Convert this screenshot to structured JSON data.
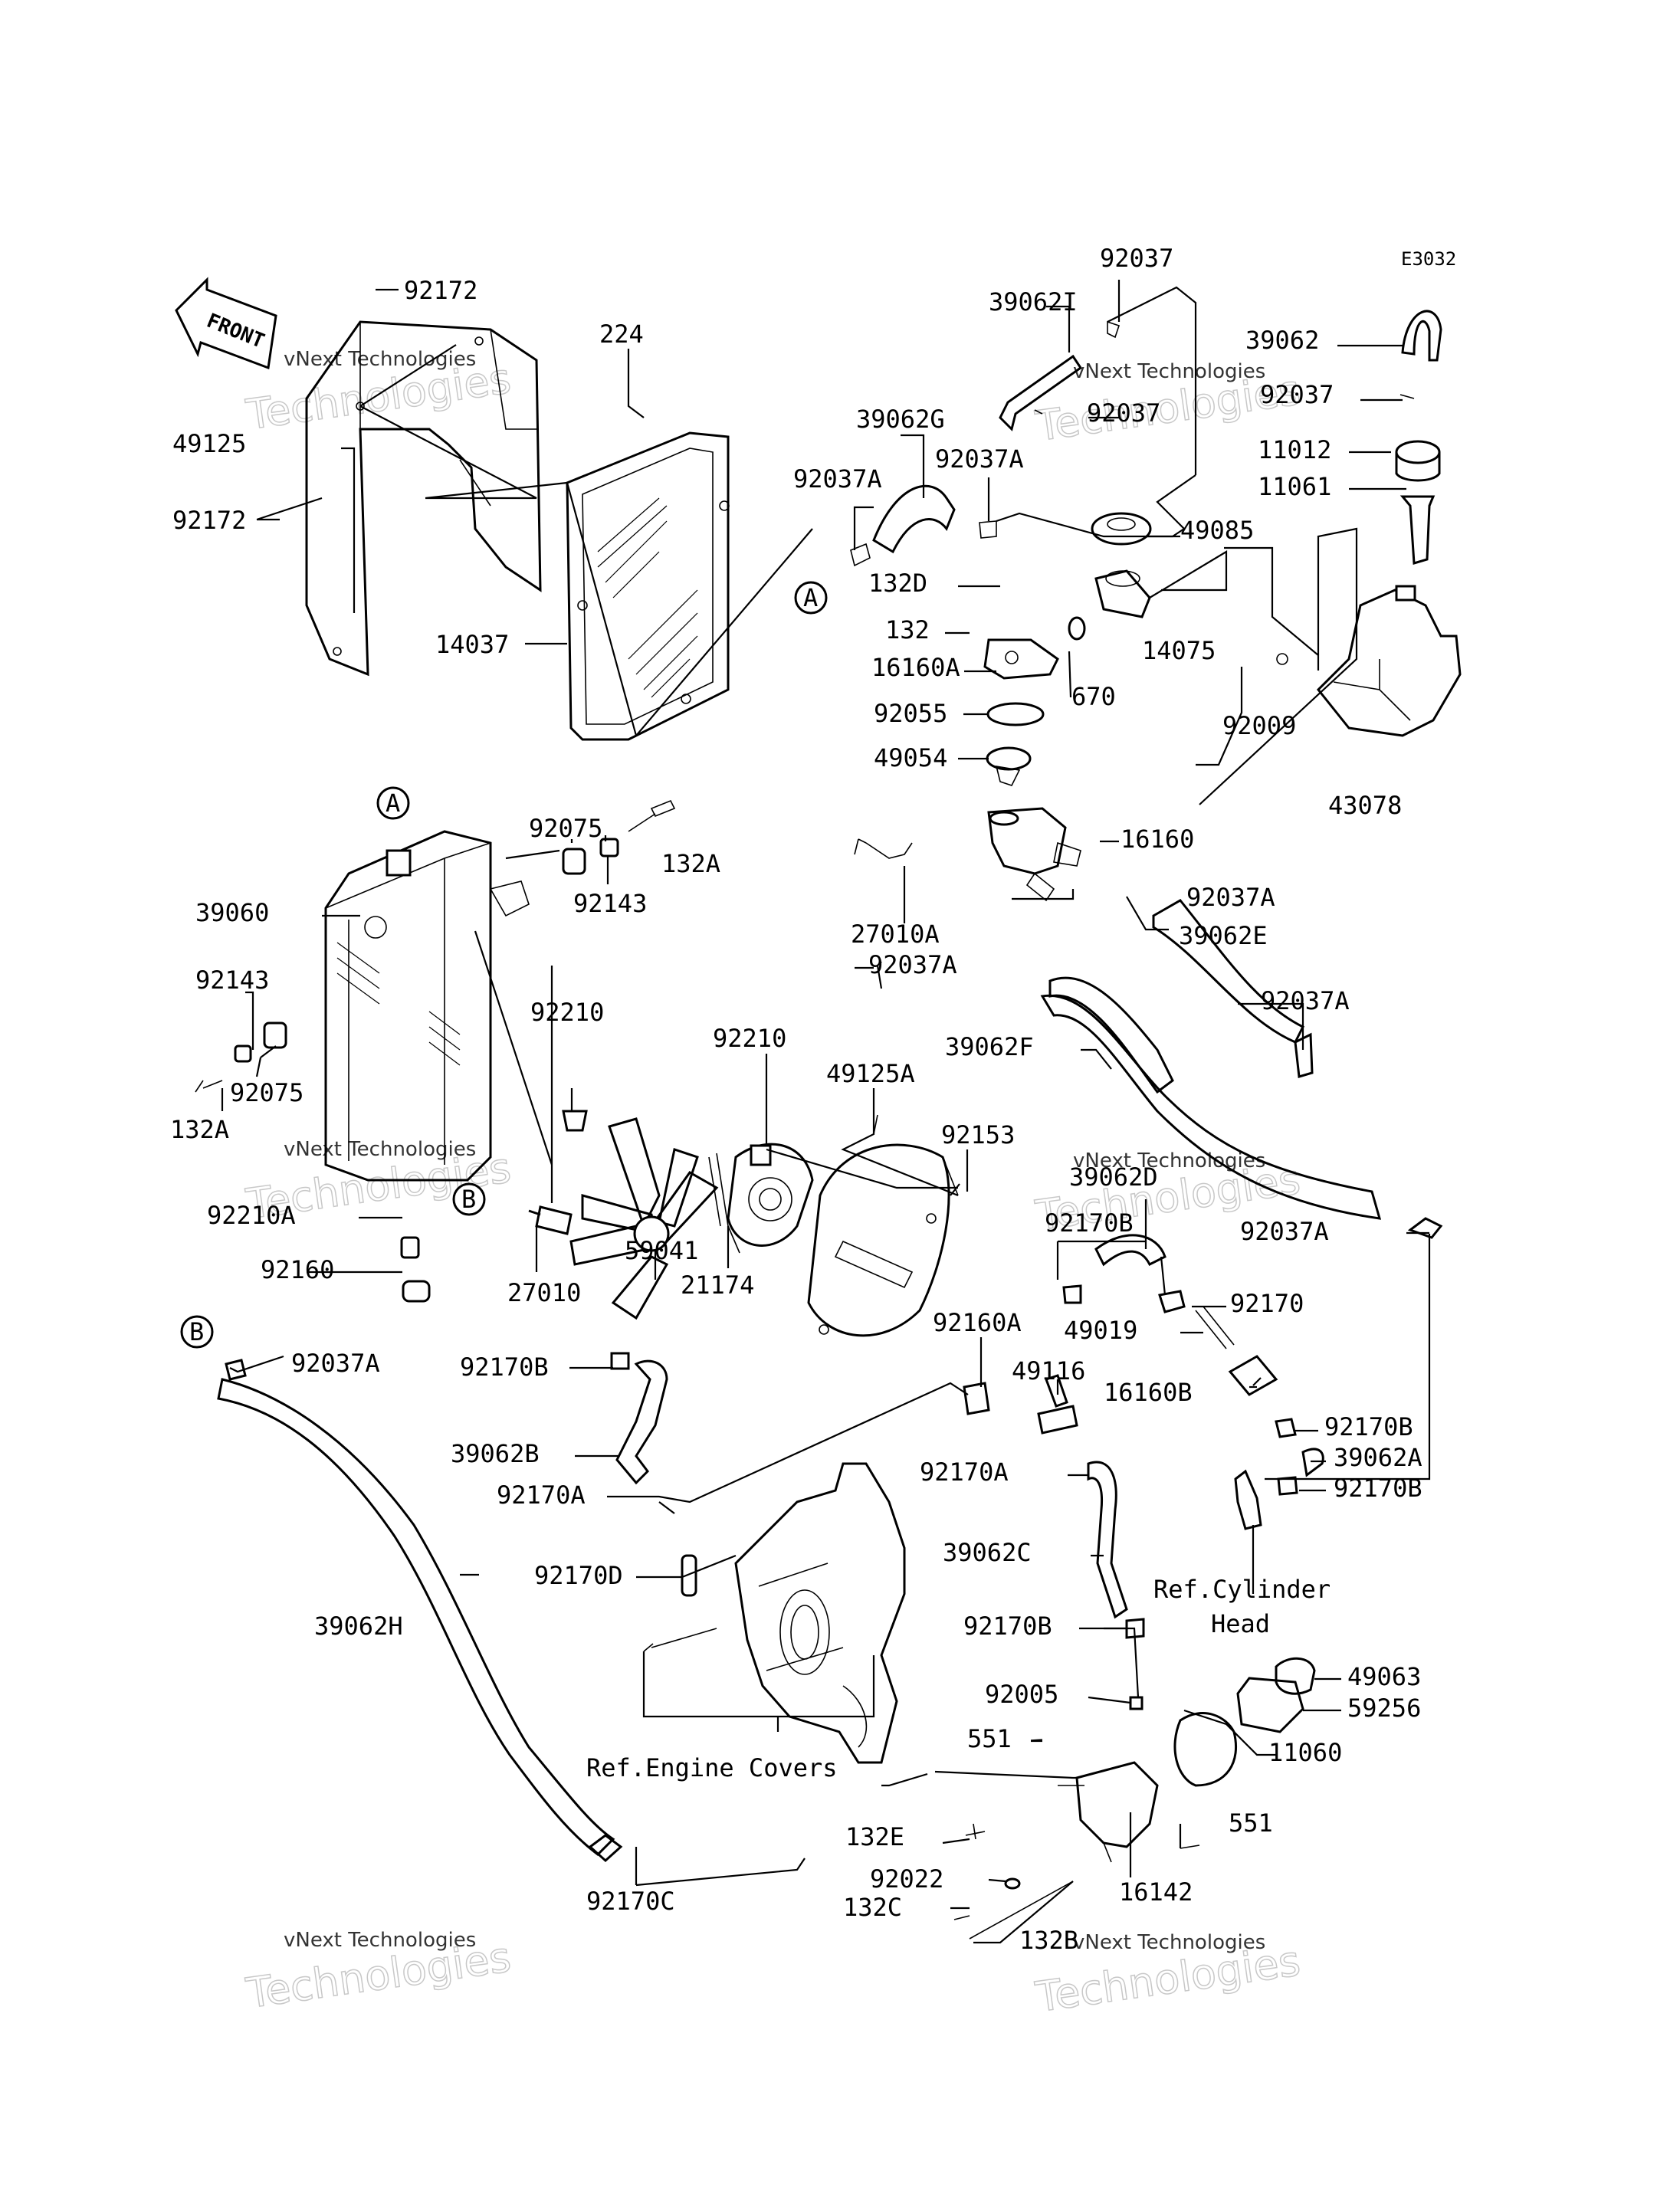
{
  "diagram_code": "E3032",
  "front_label": "FRONT",
  "watermark": {
    "line1": "vNext Technologies",
    "line2": "Technologies"
  },
  "refs": {
    "cylinder_head_1": "Ref.Cylinder",
    "cylinder_head_2": "Head",
    "engine_covers": "Ref.Engine Covers"
  },
  "callouts": {
    "c92172a": "92172",
    "c92172b": "92172",
    "c49125": "49125",
    "c224": "224",
    "c14037": "14037",
    "c92037a": "92037",
    "c39062i": "39062I",
    "c92037b": "92037",
    "c39062": "39062",
    "c92037c": "92037",
    "c11012": "11012",
    "c11061": "11061",
    "c39062g": "39062G",
    "c92037Aa": "92037A",
    "c92037Ab": "92037A",
    "c49085": "49085",
    "c132d": "132D",
    "c132": "132",
    "c16160a": "16160A",
    "c670": "670",
    "c14075": "14075",
    "c92009": "92009",
    "c43078": "43078",
    "c92055": "92055",
    "c49054": "49054",
    "c16160": "16160",
    "c92075a": "92075",
    "c132Aa": "132A",
    "c92143a": "92143",
    "c39060": "39060",
    "c92143b": "92143",
    "c92075b": "92075",
    "c132Ab": "132A",
    "c27010a": "27010A",
    "c92037Ac": "92037A",
    "c39062e": "39062E",
    "c92037Ad": "92037A",
    "c92037Ae": "92037A",
    "c92210a": "92210",
    "c92210b": "92210",
    "c49125a": "49125A",
    "c39062f": "39062F",
    "c92153": "92153",
    "c39062d": "39062D",
    "c92170b1": "92170B",
    "c92210A": "92210A",
    "c92160": "92160",
    "c27010": "27010",
    "c59041": "59041",
    "c21174": "21174",
    "c92037Af": "92037A",
    "c92170": "92170",
    "c49019": "49019",
    "c92037Ag": "92037A",
    "c92160a": "92160A",
    "c49116": "49116",
    "c16160b": "16160B",
    "c92170b2": "92170B",
    "c39062b": "39062B",
    "c92170a1": "92170A",
    "c92170b3": "92170B",
    "c39062a": "39062A",
    "c92170b4": "92170B",
    "c92170a2": "92170A",
    "c39062c": "39062C",
    "c92170d": "92170D",
    "c39062h": "39062H",
    "c92170b5": "92170B",
    "c49063": "49063",
    "c92005": "92005",
    "c59256": "59256",
    "c551a": "551",
    "c11060": "11060",
    "c551b": "551",
    "c132e": "132E",
    "c92022": "92022",
    "c16142": "16142",
    "c132c": "132C",
    "c132b": "132B",
    "c92170c": "92170C"
  },
  "circle_marks": {
    "a1": "A",
    "a2": "A",
    "b1": "B",
    "b2": "B"
  }
}
